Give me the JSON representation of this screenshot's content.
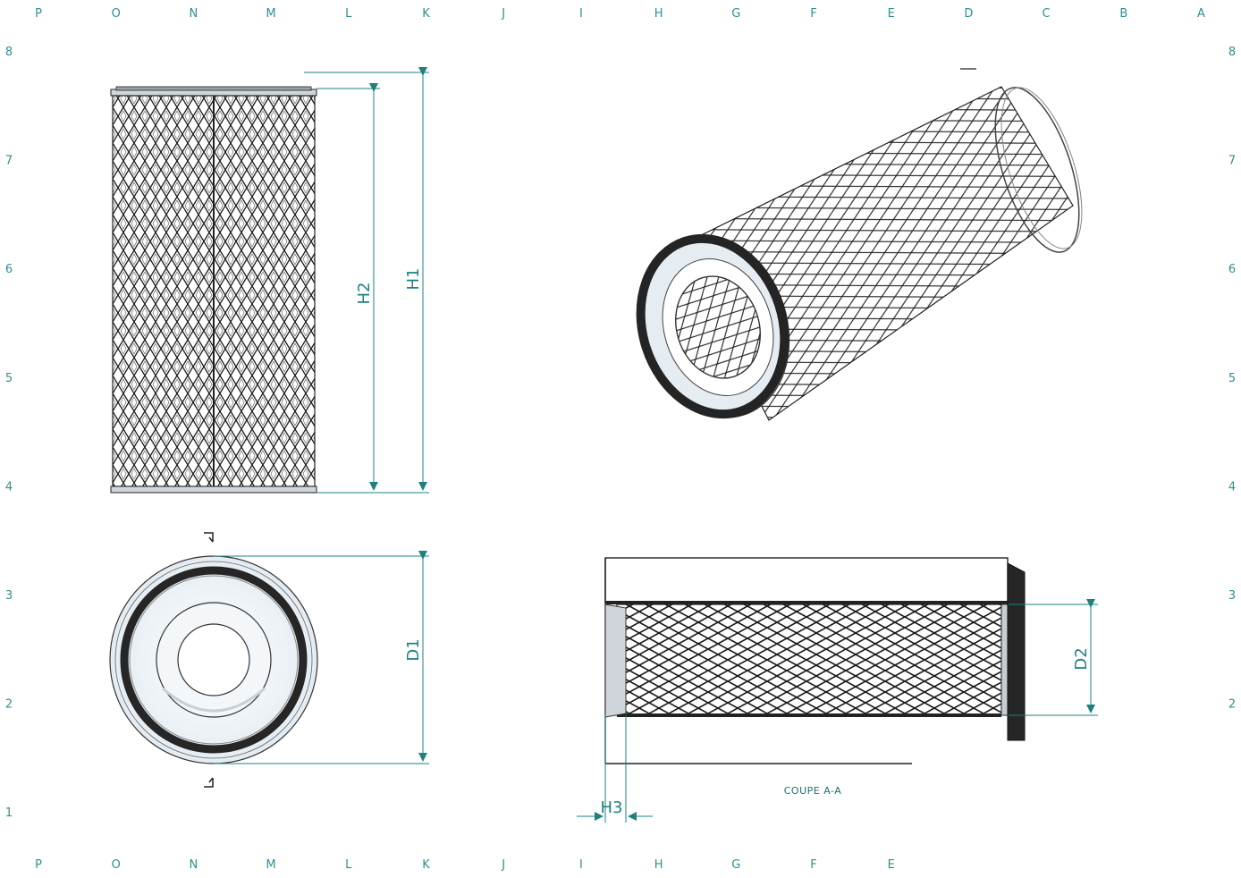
{
  "grid": {
    "top_columns": [
      "P",
      "O",
      "N",
      "M",
      "L",
      "K",
      "J",
      "I",
      "H",
      "G",
      "F",
      "E",
      "D",
      "C",
      "B",
      "A"
    ],
    "bottom_columns": [
      "P",
      "O",
      "N",
      "M",
      "L",
      "K",
      "J",
      "I",
      "H",
      "G",
      "F",
      "E"
    ],
    "rows": [
      "8",
      "7",
      "6",
      "5",
      "4",
      "3",
      "2",
      "1"
    ]
  },
  "dimensions": {
    "h1": "H1",
    "h2": "H2",
    "h3": "H3",
    "d1": "D1",
    "d2": "D2"
  },
  "section_caption": "COUPE A-A",
  "colors": {
    "dimension": "#1f8080",
    "grid_text": "#2f8f8f",
    "mesh": "#222222",
    "gasket": "#2a2a2a"
  }
}
